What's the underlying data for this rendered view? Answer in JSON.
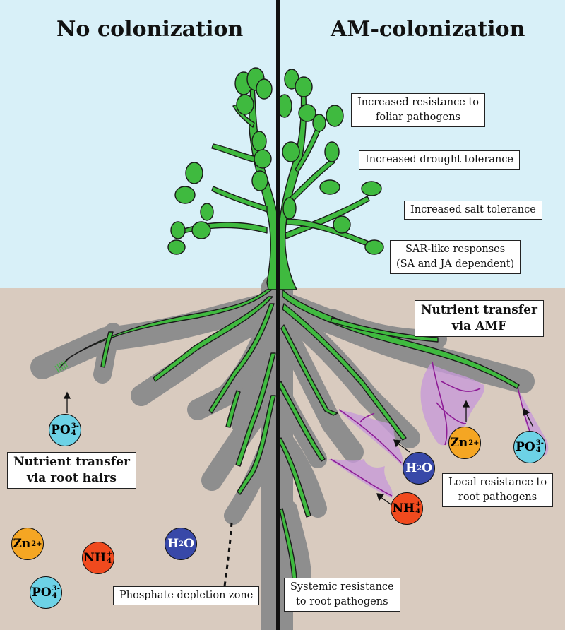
{
  "titles": {
    "left": "No colonization",
    "right": "AM-colonization"
  },
  "colors": {
    "sky": "#d8f0f8",
    "soil": "#d9cbbf",
    "plant_green": "#3fba3f",
    "rhizosphere_gray": "#8e8e8e",
    "divider": "#111111",
    "hyphae_purple": "#8e1c96",
    "hyphae_fill": "#c79ad8",
    "ion_phosphate": "#6dd2e6",
    "ion_zinc": "#f5a623",
    "ion_ammonium": "#f04a1e",
    "ion_water": "#3848a8"
  },
  "labels": {
    "foliar": [
      "Increased resistance to",
      "foliar pathogens"
    ],
    "drought": "Increased drought tolerance",
    "salt": "Increased salt tolerance",
    "sar": [
      "SAR-like responses",
      "(SA and JA dependent)"
    ],
    "amf": [
      "Nutrient transfer",
      "via AMF"
    ],
    "root_hairs": [
      "Nutrient transfer",
      "via root hairs"
    ],
    "local_resistance": [
      "Local resistance to",
      "root pathogens"
    ],
    "systemic_resistance": [
      "Systemic resistance",
      "to root pathogens"
    ],
    "depletion": "Phosphate depletion zone"
  },
  "ions": {
    "phosphate": {
      "base": "PO",
      "sub": "4",
      "sup": "3-"
    },
    "zinc": {
      "base": "Zn",
      "sup": "2+"
    },
    "ammonium": {
      "base": "NH",
      "sub": "4",
      "sup": "+"
    },
    "water": {
      "base": "H",
      "sub": "2",
      "tail": "O"
    }
  }
}
